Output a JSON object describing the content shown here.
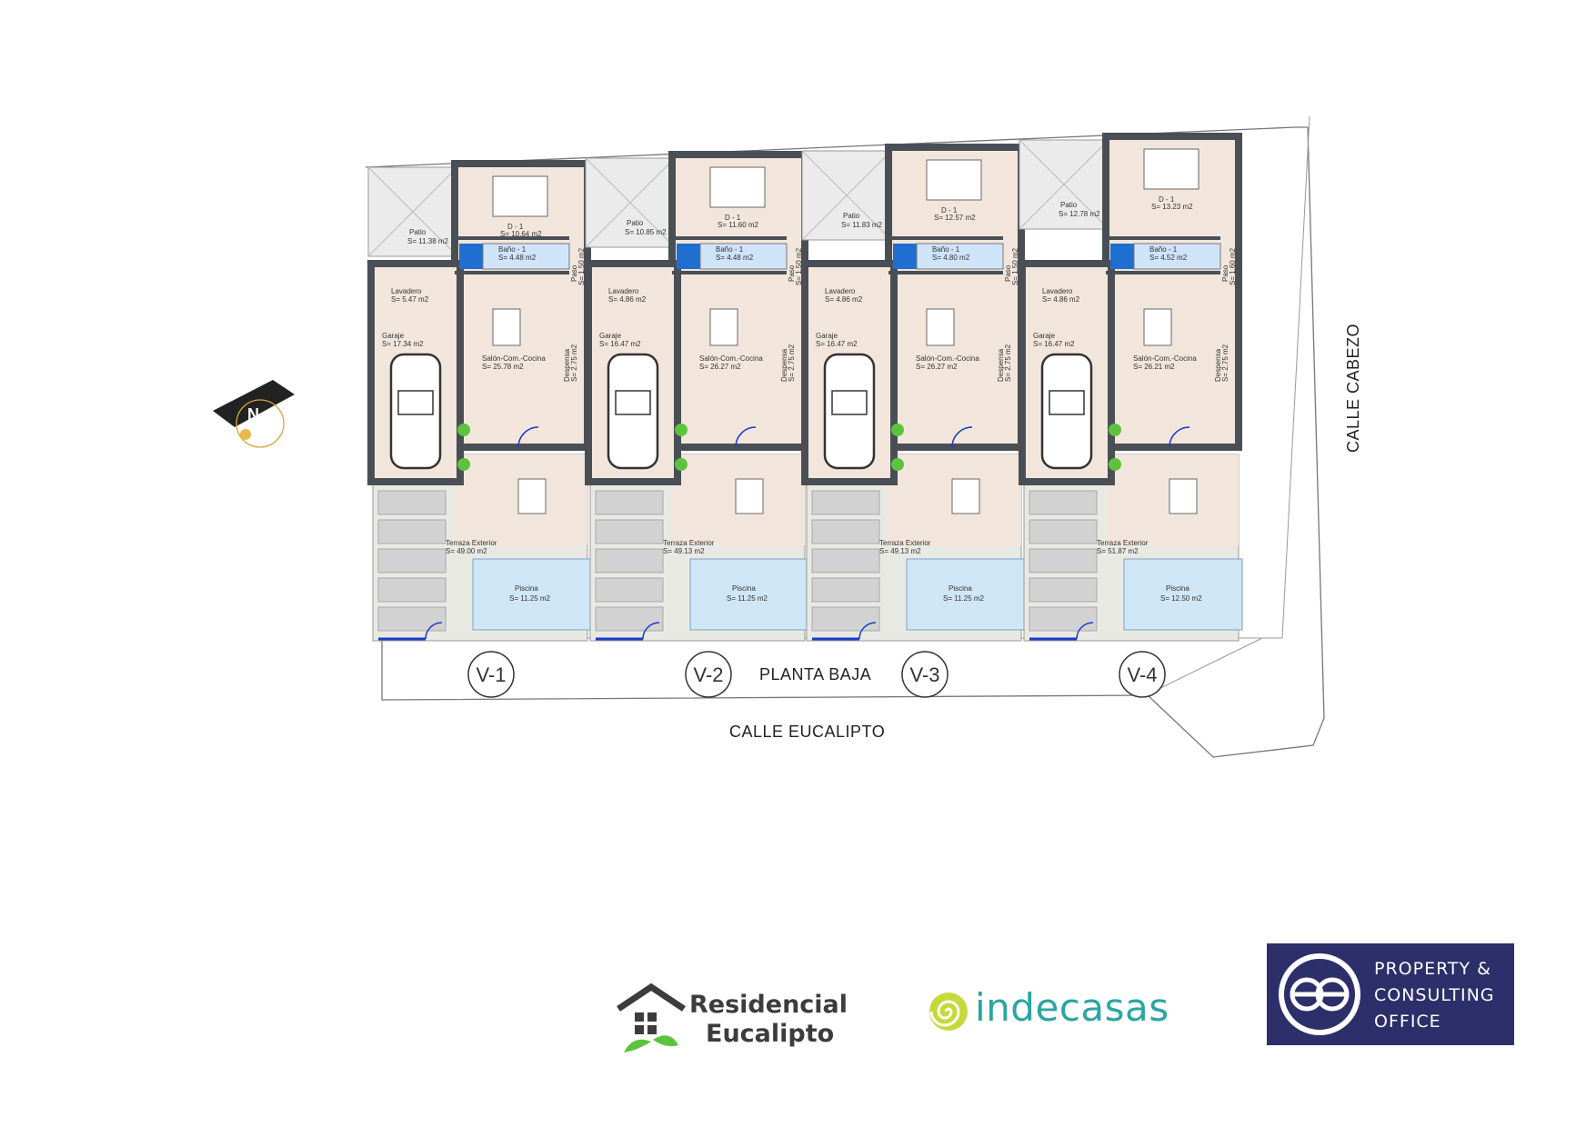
{
  "plan": {
    "title": "PLANTA BAJA",
    "streets": {
      "bottom": "CALLE EUCALIPTO",
      "right": "CALLE CABEZO"
    },
    "north_label": "N",
    "units": [
      {
        "id": "V-1",
        "patio": "Patio",
        "patio_area": "S= 11.38 m2",
        "bedroom": "D - 1",
        "bedroom_area": "S= 10.64 m2",
        "bath": "Baño - 1",
        "bath_area": "S= 4.48 m2",
        "paso": "Paso",
        "paso_area": "S= 1.50 m2",
        "laundry": "Lavadero",
        "laundry_area": "S= 5.47 m2",
        "garage": "Garaje",
        "garage_area": "S= 17.34 m2",
        "living": "Salón-Com.-Cocina",
        "living_area": "S= 25.78 m2",
        "pantry": "Despensa",
        "pantry_area": "S= 2.75 m2",
        "terrace": "Terraza Exterior",
        "terrace_area": "S= 49.00 m2",
        "pool": "Piscina",
        "pool_area": "S= 11.25 m2"
      },
      {
        "id": "V-2",
        "patio": "Patio",
        "patio_area": "S= 10.85 m2",
        "bedroom": "D - 1",
        "bedroom_area": "S= 11.60 m2",
        "bath": "Baño - 1",
        "bath_area": "S= 4.48 m2",
        "paso": "Paso",
        "paso_area": "S= 1.50 m2",
        "laundry": "Lavadero",
        "laundry_area": "S= 4.86 m2",
        "garage": "Garaje",
        "garage_area": "S= 16.47 m2",
        "living": "Salón-Com.-Cocina",
        "living_area": "S= 26.27 m2",
        "pantry": "Despensa",
        "pantry_area": "S= 2.75 m2",
        "terrace": "Terraza Exterior",
        "terrace_area": "S= 49.13 m2",
        "pool": "Piscina",
        "pool_area": "S= 11.25 m2"
      },
      {
        "id": "V-3",
        "patio": "Patio",
        "patio_area": "S= 11.83 m2",
        "bedroom": "D - 1",
        "bedroom_area": "S= 12.57 m2",
        "bath": "Baño - 1",
        "bath_area": "S= 4.80 m2",
        "paso": "Paso",
        "paso_area": "S= 1.50 m2",
        "laundry": "Lavadero",
        "laundry_area": "S= 4.86 m2",
        "garage": "Garaje",
        "garage_area": "S= 16.47 m2",
        "living": "Salón-Com.-Cocina",
        "living_area": "S= 26.27 m2",
        "pantry": "Despensa",
        "pantry_area": "S= 2.75 m2",
        "terrace": "Terraza Exterior",
        "terrace_area": "S= 49.13 m2",
        "pool": "Piscina",
        "pool_area": "S= 11.25 m2"
      },
      {
        "id": "V-4",
        "patio": "Patio",
        "patio_area": "S= 12.78 m2",
        "bedroom": "D - 1",
        "bedroom_area": "S= 13.23 m2",
        "bath": "Baño - 1",
        "bath_area": "S= 4.52 m2",
        "paso": "Paso",
        "paso_area": "S= 1.60 m2",
        "laundry": "Lavadero",
        "laundry_area": "S= 4.86 m2",
        "garage": "Garaje",
        "garage_area": "S= 16.47 m2",
        "living": "Salón-Com.-Cocina",
        "living_area": "S= 26.21 m2",
        "pantry": "Despensa",
        "pantry_area": "S= 2.75 m2",
        "terrace": "Terraza Exterior",
        "terrace_area": "S= 51.87 m2",
        "pool": "Piscina",
        "pool_area": "S= 12.50 m2"
      }
    ]
  },
  "logos": {
    "residencial": {
      "line1": "Residencial",
      "line2": "Eucalipto"
    },
    "indecasas": {
      "text": "indecasas"
    },
    "pco": {
      "line1": "PROPERTY &",
      "line2": "CONSULTING",
      "line3": "OFFICE"
    }
  },
  "colors": {
    "wall": "#4a4f55",
    "floor": "#f2e6dc",
    "bath": "#1e6fd0",
    "pool": "#cfe6f6",
    "door": "#1a3cc8",
    "logo_bg": "#2c2f6a",
    "indecasas": "#2aa6a0",
    "leaf": "#5cc43c"
  }
}
